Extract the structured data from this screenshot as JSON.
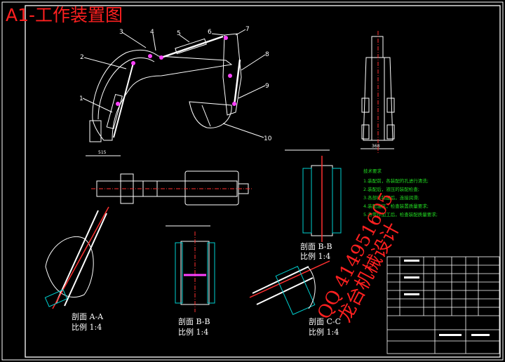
{
  "title": "A1-工作装置图",
  "watermark": {
    "number": "QQ 414951605",
    "text": "龙台机械设计"
  },
  "part_numbers": [
    "1",
    "2",
    "3",
    "4",
    "5",
    "6",
    "7",
    "8",
    "9",
    "10"
  ],
  "sections": {
    "aa": {
      "title": "剖面 A-A",
      "scale": "比例 1:4"
    },
    "bb_small": {
      "title": "剖面 B-B",
      "scale": "比例 1:4"
    },
    "bb_large": {
      "title": "剖面 B-B",
      "scale": "比例 1:4"
    },
    "cc": {
      "title": "剖面 C-C",
      "scale": "比例 1:4"
    }
  },
  "tech_requirements": {
    "title": "技术要求",
    "items": [
      "1.装配前，各装配的孔进行清洗;",
      "2.装配后，液压的装配检查;",
      "3.各部件装配后，连接润滑;",
      "4.装配油压，检查装置质量要求;",
      "5.各零件加工后，检查装配质量要求;"
    ]
  },
  "colors": {
    "background": "#000000",
    "lines": "#ffffff",
    "title_red": "#ff2020",
    "centerline": "#ff3030",
    "hatch": "#ff40ff",
    "weld_cyan": "#00d0d0",
    "requirements_green": "#22dd22"
  }
}
